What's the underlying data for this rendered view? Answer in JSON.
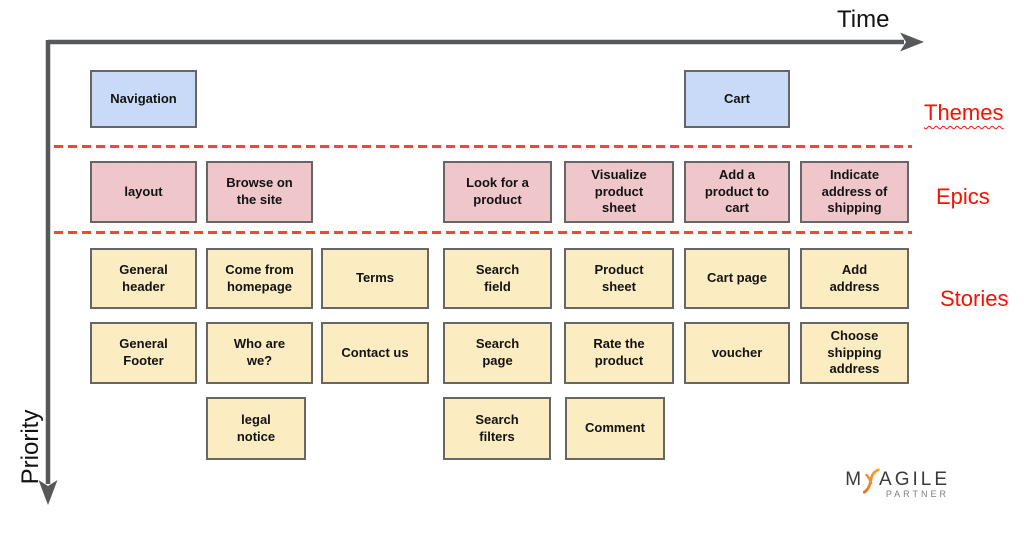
{
  "axes": {
    "time": "Time",
    "priority": "Priority"
  },
  "layer_labels": {
    "themes": "Themes",
    "epics": "Epics",
    "stories": "Stories"
  },
  "themes": [
    {
      "label": "Navigation"
    },
    {
      "label": "Cart"
    }
  ],
  "epics": [
    {
      "label": "layout"
    },
    {
      "label": "Browse on\nthe site"
    },
    {
      "label": "Look for a\nproduct"
    },
    {
      "label": "Visualize\nproduct\nsheet"
    },
    {
      "label": "Add a\nproduct to\ncart"
    },
    {
      "label": "Indicate\naddress of\nshipping"
    }
  ],
  "stories": {
    "row1": [
      {
        "label": "General\nheader"
      },
      {
        "label": "Come from\nhomepage"
      },
      {
        "label": "Terms"
      },
      {
        "label": "Search\nfield"
      },
      {
        "label": "Product\nsheet"
      },
      {
        "label": "Cart page"
      },
      {
        "label": "Add\naddress"
      }
    ],
    "row2": [
      {
        "label": "General\nFooter"
      },
      {
        "label": "Who are\nwe?"
      },
      {
        "label": "Contact us"
      },
      {
        "label": "Search\npage"
      },
      {
        "label": "Rate the\nproduct"
      },
      {
        "label": "voucher"
      },
      {
        "label": "Choose\nshipping\naddress"
      }
    ],
    "row3": [
      {
        "label": "legal\nnotice"
      },
      {
        "label": "Search\nfilters"
      },
      {
        "label": "Comment"
      }
    ]
  },
  "logo": {
    "prefix": "M",
    "word": "AGILE",
    "subtext": "PARTNER",
    "icon": "orange-swoosh"
  },
  "colors": {
    "theme_fill": "#c9daf8",
    "epic_fill": "#efc7cb",
    "story_fill": "#fcecc2",
    "box_border": "#666666",
    "axis_color": "#57585a",
    "divider_color": "#f4443b",
    "label_color": "#fa0f00",
    "text_color": "#121212",
    "logo_text": "#3b3b3b",
    "logo_sub": "#7f7f7f"
  }
}
